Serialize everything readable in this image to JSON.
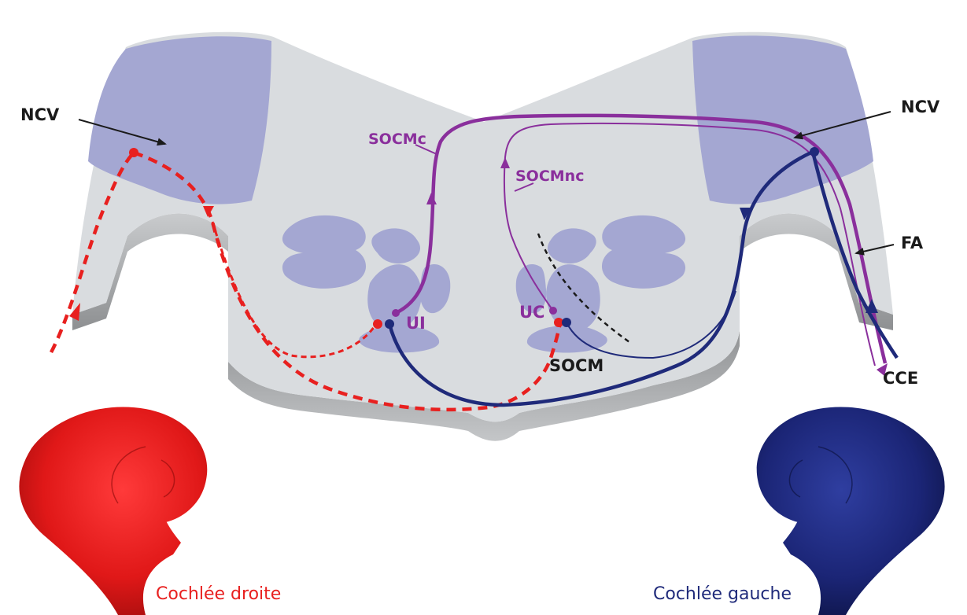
{
  "labels": {
    "ncv_left": "NCV",
    "ncv_right": "NCV",
    "socmc": "SOCMc",
    "socmnc": "SOCMnc",
    "ui": "UI",
    "uc": "UC",
    "socm": "SOCM",
    "fa": "FA",
    "cce": "CCE"
  },
  "captions": {
    "right_cochlea": "Cochlée droite",
    "left_cochlea": "Cochlée gauche"
  },
  "colors": {
    "right_cochlea": "#e8201f",
    "left_cochlea": "#1f2a7a",
    "medial_pathway": "#8a2f9c",
    "afferent_pathway": "#e8201f",
    "efferent_pathway": "#1f2a7a",
    "nucleus": "#a4a7d2",
    "brainstem": "#d9dcdf"
  }
}
